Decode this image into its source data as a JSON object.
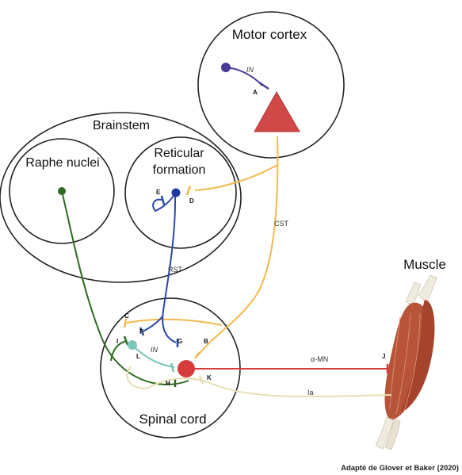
{
  "regions": {
    "motor_cortex": "Motor cortex",
    "brainstem": "Brainstem",
    "raphe_nuclei": "Raphe nuclei",
    "reticular_formation_line1": "Reticular",
    "reticular_formation_line2": "formation",
    "spinal_cord": "Spinal cord",
    "muscle": "Muscle"
  },
  "pathways": {
    "cst": "CST",
    "rst": "RST",
    "alpha_mn": "α-MN",
    "ia": "Ia",
    "in_cortex": "IN",
    "in_spinal": "IN"
  },
  "synapse_letters": {
    "A": "A",
    "B": "B",
    "C": "C",
    "D": "D",
    "E": "E",
    "F": "F",
    "G": "G",
    "H": "H",
    "I": "I",
    "J": "J",
    "K": "K",
    "L": "L"
  },
  "credit": "Adapté de Glover et Baker (2020)",
  "colors": {
    "cst_orange": "#f2b94b",
    "rst_blue": "#2b47a8",
    "raphe_green": "#2e6b20",
    "interneuron_purple": "#4a3b9a",
    "spinal_in_teal": "#7cc7bc",
    "motoneuron_red": "#d63c3c",
    "ia_beige": "#e6dfb4",
    "muscle_red": "#b8543a"
  }
}
